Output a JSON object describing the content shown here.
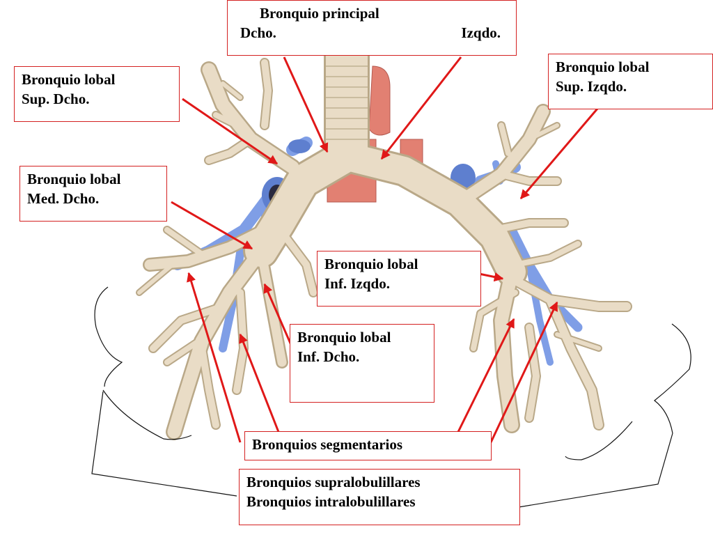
{
  "labels": {
    "principal": {
      "title": "Bronquio principal",
      "right_side": "Dcho.",
      "left_side": "Izqdo."
    },
    "sup_dcho": {
      "line1": "Bronquio lobal",
      "line2": "Sup. Dcho."
    },
    "sup_izqdo": {
      "line1": "Bronquio lobal",
      "line2": "Sup. Izqdo."
    },
    "med_dcho": {
      "line1": "Bronquio lobal",
      "line2": "Med. Dcho."
    },
    "inf_izqdo": {
      "line1": "Bronquio lobal",
      "line2": "Inf. Izqdo."
    },
    "inf_dcho": {
      "line1": "Bronquio lobal",
      "line2": "Inf. Dcho."
    },
    "segmentarios": {
      "text": "Bronquios segmentarios"
    },
    "supra_intra": {
      "line1": "Bronquios supralobulillares",
      "line2": "Bronquios intralobulillares"
    }
  },
  "colors": {
    "airway": "#e9dcc6",
    "airway_stroke": "#b9a888",
    "vessel": "#7f9ee6",
    "vessel_dark": "#5e7fcf",
    "trachea_muscle": "#e28072",
    "arrow": "#e01818",
    "box_border": "#d42020"
  }
}
